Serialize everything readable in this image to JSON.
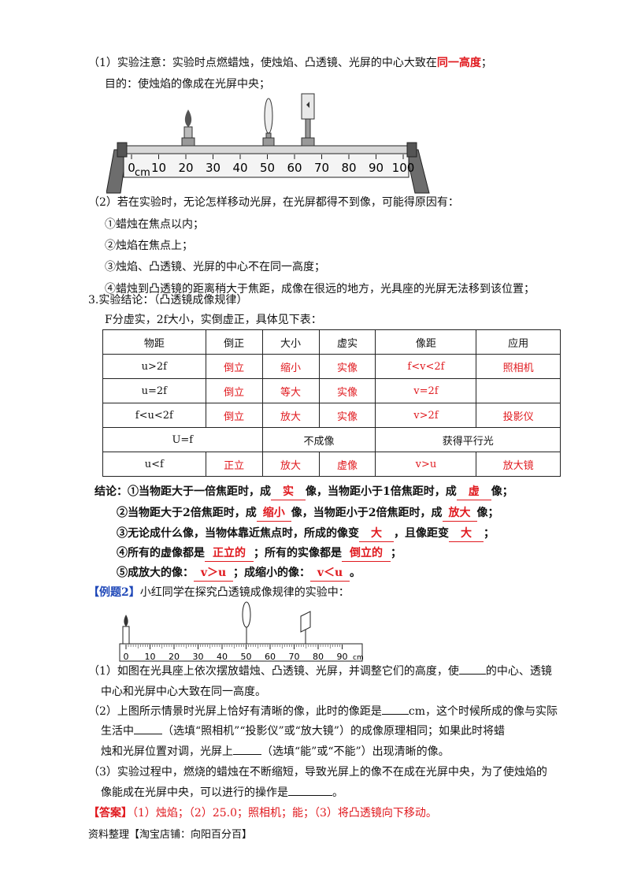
{
  "sec1": {
    "prefix": "（1）实验注意：实验时点燃蜡烛，使烛焰、凸透镜、光屏的中心大致在",
    "highlight": "同一高度",
    "suffix": "；",
    "purpose": "目的：使烛焰的像成在光屏中央；"
  },
  "bench1": {
    "ticks": [
      "0",
      "10",
      "20",
      "30",
      "40",
      "50",
      "60",
      "70",
      "80",
      "90",
      "100"
    ],
    "unit": "cm"
  },
  "sec2": {
    "title": "（2）若在实验时，无论怎样移动光屏，在光屏都得不到像，可能得原因有：",
    "reasons": [
      "①蜡烛在焦点以内；",
      "②烛焰在焦点上；",
      "③烛焰、凸透镜、光屏的中心不在同一高度；",
      "④蜡烛到凸透镜的距离稍大于焦距，成像在很远的地方，光具座的光屏无法移到该位置；"
    ]
  },
  "sec3": {
    "title": "3.实验结论：（凸透镜成像规律）",
    "intro": "F分虚实，2f大小，实倒虚正，具体见下表："
  },
  "table": {
    "headers": [
      "物距",
      "倒正",
      "大小",
      "虚实",
      "像距",
      "应用"
    ],
    "rows": [
      [
        "u>2f",
        "倒立",
        "缩小",
        "实像",
        "f<v<2f",
        "照相机"
      ],
      [
        "u=2f",
        "倒立",
        "等大",
        "实像",
        "v=2f",
        ""
      ],
      [
        "f<u<2f",
        "倒立",
        "放大",
        "实像",
        "v>2f",
        "投影仪"
      ]
    ],
    "special_row": [
      "U=f",
      "不成像",
      "获得平行光"
    ],
    "last_row": [
      "u<f",
      "正立",
      "放大",
      "虚像",
      "v>u",
      "放大镜"
    ]
  },
  "conclusion": {
    "label": "结论：",
    "l1": [
      "①当物距大于一倍焦距时，成",
      "实",
      "像，当物距小于1倍焦距时，成",
      "虚",
      "像；"
    ],
    "l2": [
      "②当物距大于2倍焦距时，成",
      "缩小",
      "像，当物距小于2倍焦距时，成",
      "放大",
      "像；"
    ],
    "l3": [
      "③无论成什么像，当物体靠近焦点时，所成的像变",
      "大",
      "，且像距变",
      "大",
      "；"
    ],
    "l4": [
      "④所有的虚像都是",
      "正立的",
      "；所有的实像都是",
      "倒立的",
      "；"
    ],
    "l5": [
      "⑤成放大的像：",
      "v＞u",
      "；成缩小的像：",
      "v＜u",
      "。"
    ]
  },
  "example": {
    "tag": "【例题2】",
    "text": "小红同学在探究凸透镜成像规律的实验中："
  },
  "bench2": {
    "ticks": [
      "0",
      "10",
      "20",
      "30",
      "40",
      "50",
      "60",
      "70",
      "80",
      "90"
    ],
    "unit": "cm"
  },
  "questions": {
    "q1a": "（1）如图在光具座上依次摆放蜡烛、凸透镜、光屏，并调整它们的高度，使",
    "q1b": "的中心、透镜",
    "q1c": "中心和光屏中心大致在同一高度。",
    "q2a": "（2）上图所示情景时光屏上恰好有清晰的像，此时的像距是",
    "q2b": "cm，这个时候所成的像与实际",
    "q2c": "生活中",
    "q2d": "（选填“照相机”“投影仪”或“放大镜”）的成像原理相同；如果此时将蜡",
    "q2e": "烛和光屏位置对调，光屏上",
    "q2f": "（选填“能”或“不能”）出现清晰的像。",
    "q3a": "（3）实验过程中，燃烧的蜡烛在不断缩短，导致光屏上的像不在成在光屏中央，为了使烛焰的",
    "q3b": "像能成在光屏中央，可以进行的操作是",
    "q3c": "。"
  },
  "answer": {
    "tag": "【答案】",
    "text": "（1）烛焰；（2）25.0；照相机；能；（3）将凸透镜向下移动。"
  },
  "footer": "资料整理【淘宝店铺：向阳百分百】"
}
